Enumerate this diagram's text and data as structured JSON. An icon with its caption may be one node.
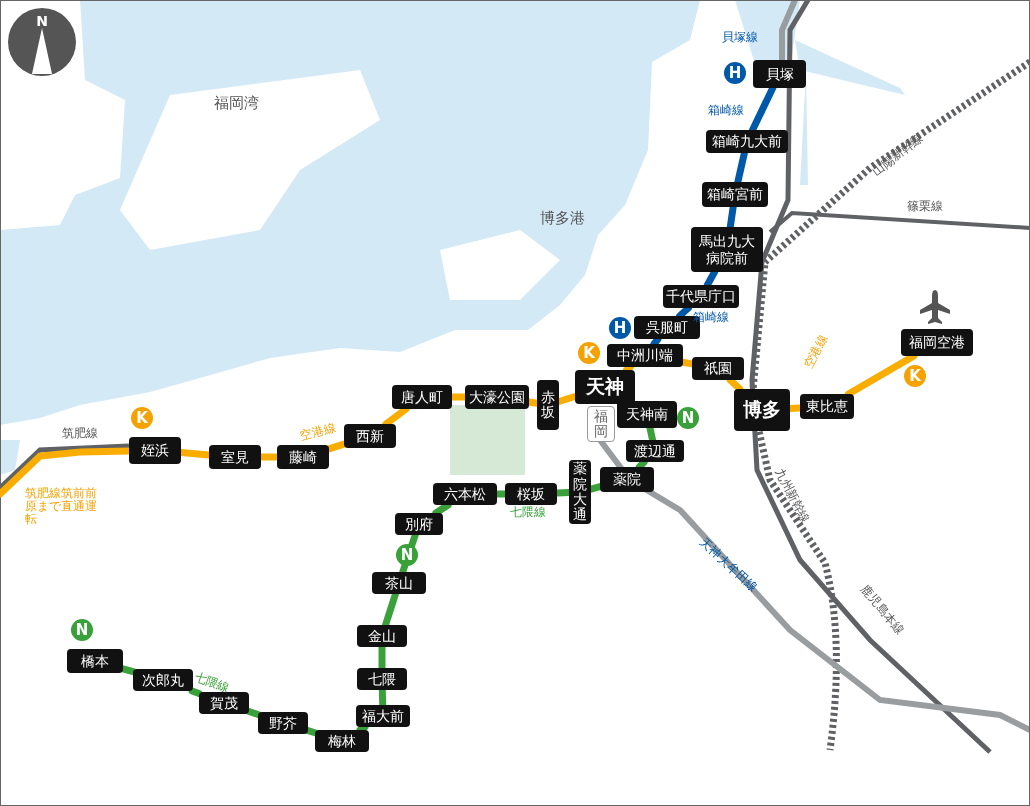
{
  "diagram": {
    "nodes": [
      {
        "text": [
          "姪浜"
        ]
      },
      {
        "text": [
          "室見"
        ]
      },
      {
        "text": [
          "藤崎"
        ]
      },
      {
        "text": [
          "西新"
        ]
      },
      {
        "text": [
          "唐人町"
        ]
      },
      {
        "text": [
          "大濠公園"
        ]
      },
      {
        "text": [
          "赤坂"
        ]
      },
      {
        "text": [
          "天神"
        ]
      },
      {
        "text": [
          "中洲川端"
        ]
      },
      {
        "text": [
          "祇園"
        ]
      },
      {
        "text": [
          "博多"
        ]
      },
      {
        "text": [
          "東比恵"
        ]
      },
      {
        "text": [
          "福岡空港"
        ]
      },
      {
        "text": [
          "呉服町"
        ]
      },
      {
        "text": [
          "千代県庁口"
        ]
      },
      {
        "text": [
          "馬出九大病院前"
        ]
      },
      {
        "text": [
          "箱崎宮前"
        ]
      },
      {
        "text": [
          "箱崎九大前"
        ]
      },
      {
        "text": [
          "貝塚"
        ]
      },
      {
        "text": [
          "橋本"
        ]
      },
      {
        "text": [
          "次郎丸"
        ]
      },
      {
        "text": [
          "賀茂"
        ]
      },
      {
        "text": [
          "野芥"
        ]
      },
      {
        "text": [
          "梅林"
        ]
      },
      {
        "text": [
          "福大前"
        ]
      },
      {
        "text": [
          "七隈"
        ]
      },
      {
        "text": [
          "金山"
        ]
      },
      {
        "text": [
          "茶山"
        ]
      },
      {
        "text": [
          "別府"
        ]
      },
      {
        "text": [
          "六本松"
        ]
      },
      {
        "text": [
          "桜坂"
        ]
      },
      {
        "text": [
          "薬院大通"
        ]
      },
      {
        "text": [
          "薬院"
        ]
      },
      {
        "text": [
          "渡辺通"
        ]
      },
      {
        "text": [
          "天神南"
        ]
      },
      {
        "text": [
          "福岡"
        ]
      }
    ],
    "edges": [
      {
        "from": null,
        "to": 0,
        "arrow": "none",
        "color": "#f9ad00"
      },
      {
        "from": 0,
        "to": 1,
        "arrow": "none",
        "color": "#f9ad00"
      },
      {
        "from": 1,
        "to": 2,
        "arrow": "none",
        "color": "#f9ad00"
      },
      {
        "from": 2,
        "to": 3,
        "arrow": "none",
        "color": "#f9ad00"
      },
      {
        "from": 3,
        "to": 4,
        "arrow": "none",
        "color": "#f9ad00"
      },
      {
        "from": 4,
        "to": 5,
        "arrow": "none",
        "color": "#f9ad00"
      },
      {
        "from": 5,
        "to": 6,
        "arrow": "none",
        "color": "#f9ad00"
      },
      {
        "from": 6,
        "to": 7,
        "arrow": "none",
        "color": "#f9ad00"
      },
      {
        "from": 7,
        "to": 8,
        "arrow": "none",
        "color": "#f9ad00"
      },
      {
        "from": 8,
        "to": 9,
        "arrow": "none",
        "color": "#f9ad00"
      },
      {
        "from": 9,
        "to": 10,
        "arrow": "none",
        "color": "#f9ad00"
      },
      {
        "from": 10,
        "to": 11,
        "arrow": "none",
        "color": "#f9ad00"
      },
      {
        "from": 11,
        "to": 12,
        "arrow": "none",
        "color": "#f9ad00"
      },
      {
        "from": 8,
        "to": 13,
        "arrow": "none",
        "color": "#0058a8"
      },
      {
        "from": 13,
        "to": 14,
        "arrow": "none",
        "color": "#0058a8"
      },
      {
        "from": 14,
        "to": 15,
        "arrow": "none",
        "color": "#0058a8"
      },
      {
        "from": 15,
        "to": 16,
        "arrow": "none",
        "color": "#0058a8"
      },
      {
        "from": 16,
        "to": 17,
        "arrow": "none",
        "color": "#0058a8"
      },
      {
        "from": 17,
        "to": 18,
        "arrow": "none",
        "color": "#0058a8"
      },
      {
        "from": 19,
        "to": 20,
        "arrow": "none",
        "color": "#3aa13a"
      },
      {
        "from": 20,
        "to": 21,
        "arrow": "none",
        "color": "#3aa13a"
      },
      {
        "from": 21,
        "to": 22,
        "arrow": "none",
        "color": "#3aa13a"
      },
      {
        "from": 22,
        "to": 23,
        "arrow": "none",
        "color": "#3aa13a"
      },
      {
        "from": 23,
        "to": 24,
        "arrow": "none",
        "color": "#3aa13a"
      },
      {
        "from": 24,
        "to": 25,
        "arrow": "none",
        "color": "#3aa13a"
      },
      {
        "from": 25,
        "to": 26,
        "arrow": "none",
        "color": "#3aa13a"
      },
      {
        "from": 26,
        "to": 27,
        "arrow": "none",
        "color": "#3aa13a"
      },
      {
        "from": 27,
        "to": 28,
        "arrow": "none",
        "color": "#3aa13a"
      },
      {
        "from": 28,
        "to": 29,
        "arrow": "none",
        "color": "#3aa13a"
      },
      {
        "from": 29,
        "to": 30,
        "arrow": "none",
        "color": "#3aa13a"
      },
      {
        "from": 30,
        "to": 31,
        "arrow": "none",
        "color": "#3aa13a"
      },
      {
        "from": 31,
        "to": 32,
        "arrow": "none",
        "color": "#3aa13a"
      },
      {
        "from": 32,
        "to": 33,
        "arrow": "none",
        "color": "#3aa13a"
      },
      {
        "from": 33,
        "to": 34,
        "arrow": "none",
        "color": "#3aa13a"
      }
    ],
    "labels": [
      "N",
      "貝塚線",
      "H",
      "福岡湾",
      "箱崎線",
      "山陽新幹線",
      "篠栗線",
      "博多港",
      "H",
      "箱崎線",
      "K",
      "空港線",
      "K",
      "K",
      "空港線",
      "N",
      "筑肥線",
      "筑肥線筑前前原まで直通運転",
      "七隈線",
      "九州新幹線",
      "天神大牟田線",
      "N",
      "鹿児島本線",
      "N",
      "七隈線"
    ]
  }
}
